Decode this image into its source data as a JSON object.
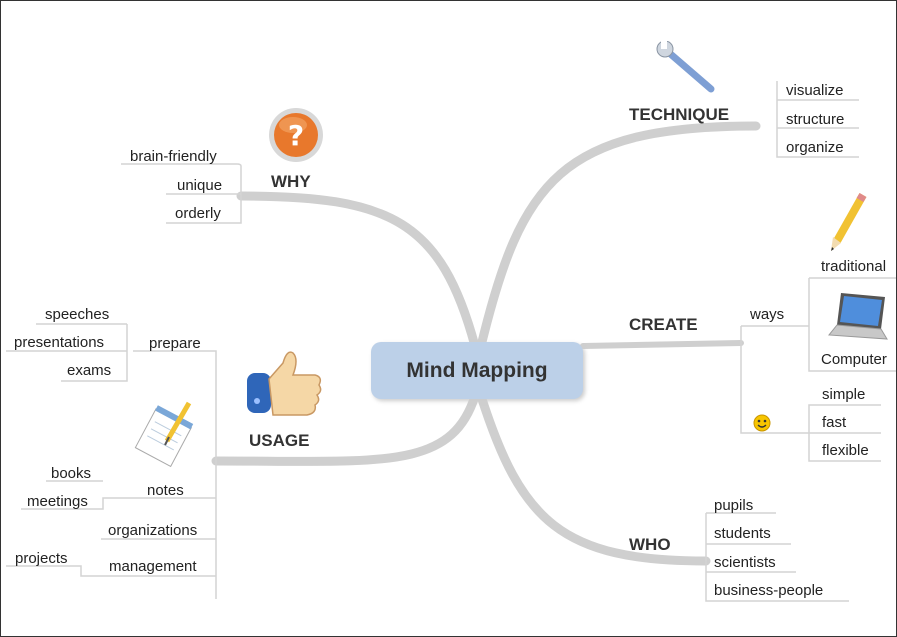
{
  "center": {
    "label": "Mind Mapping"
  },
  "why": {
    "label": "WHY",
    "items": [
      "brain-friendly",
      "unique",
      "orderly"
    ]
  },
  "usage": {
    "label": "USAGE",
    "prepare": {
      "label": "prepare",
      "items": [
        "speeches",
        "presentations",
        "exams"
      ]
    },
    "notes": {
      "label": "notes",
      "items": [
        "books",
        "meetings"
      ]
    },
    "organizations": "organizations",
    "management": {
      "label": "management",
      "items": [
        "projects"
      ]
    }
  },
  "technique": {
    "label": "TECHNIQUE",
    "items": [
      "visualize",
      "structure",
      "organize"
    ]
  },
  "create": {
    "label": "CREATE",
    "ways": {
      "label": "ways",
      "items": [
        "traditional",
        "Computer"
      ]
    },
    "smiley": {
      "items": [
        "simple",
        "fast",
        "flexible"
      ]
    }
  },
  "who": {
    "label": "WHO",
    "items": [
      "pupils",
      "students",
      "scientists",
      "business-people"
    ]
  },
  "icons": [
    "question-icon",
    "thumbs-up-icon",
    "notepad-icon",
    "wrench-icon",
    "pencil-icon",
    "laptop-icon",
    "smiley-icon"
  ]
}
